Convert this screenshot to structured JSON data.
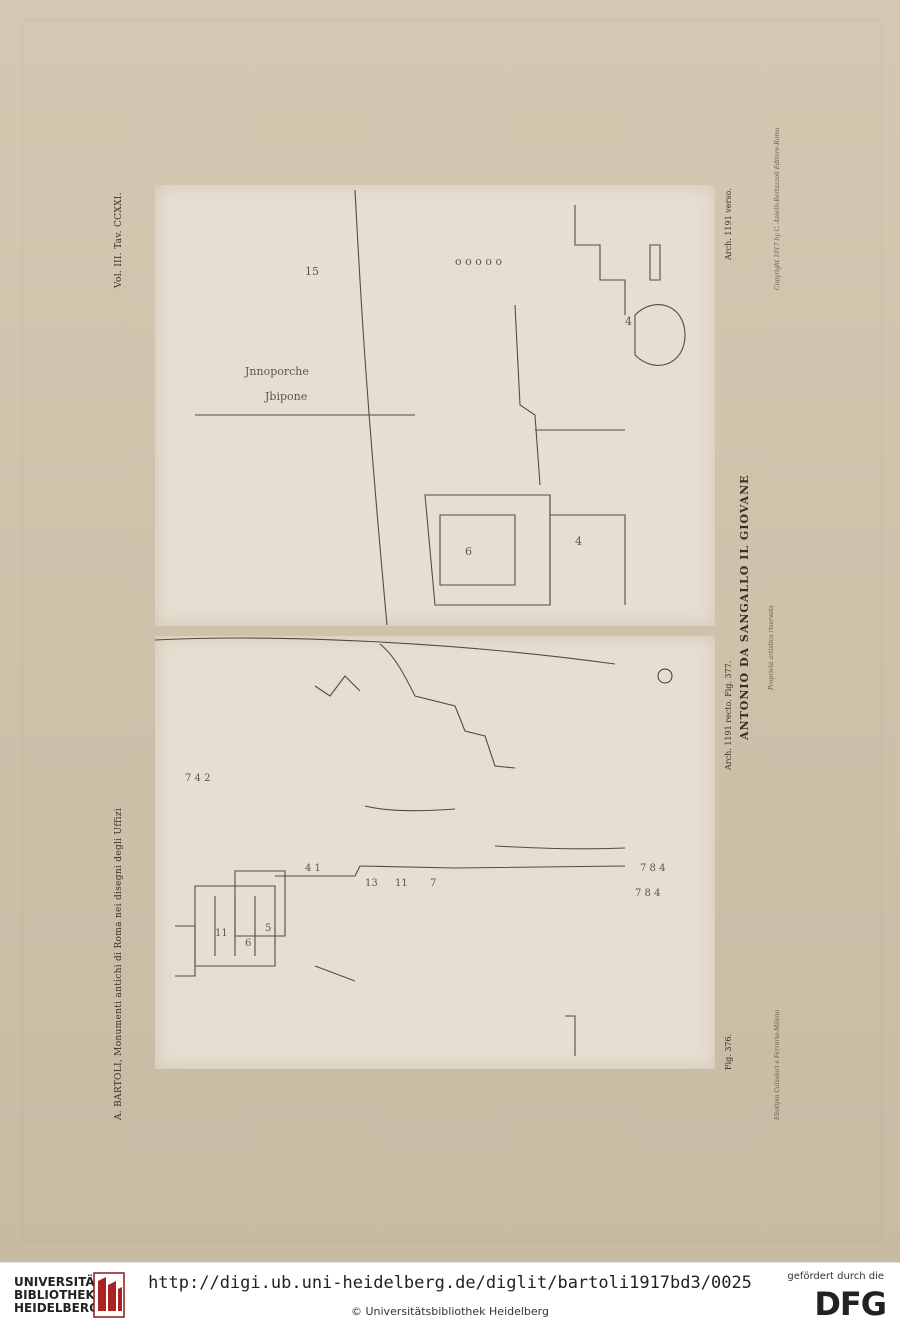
{
  "plate": {
    "header_left": "A. BARTOLI, Monumenti antichi di Roma nei disegni degli Uffizi",
    "header_right": "Vol. III. Tav. CCXXI.",
    "fig_376": "Fig. 376.",
    "caption_a": "Arch. 1191 recto. Fig. 377.",
    "caption_b": "Arch. 1191 verso.",
    "title": "ANTONIO DA SANGALLO IL GIOVANE",
    "rights": "Proprietà artistica riservata",
    "copyright_small": "Copyright 1917 by C. Anielli-Bertazzoli Editore-Roma",
    "printer": "Eliotipia Calzolari e Ferrario-Milano"
  },
  "footer": {
    "uni_name_1": "UNIVERSITÄTS-",
    "uni_name_2": "BIBLIOTHEK",
    "uni_name_3": "HEIDELBERG",
    "url": "http://digi.ub.uni-heidelberg.de/diglit/bartoli1917bd3/0025",
    "copyright": "© Universitätsbibliothek Heidelberg",
    "funded_by": "gefördert durch die",
    "dfg": "DFG"
  }
}
